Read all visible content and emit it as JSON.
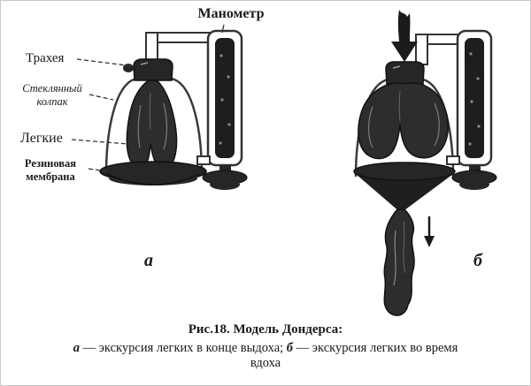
{
  "diagram": {
    "labels": {
      "manometer": "Манометр",
      "trachea": "Трахея",
      "glass_bell": "Стеклянный\nколпак",
      "lungs": "Легкие",
      "membrane": "Резиновая\nмембрана",
      "figure_a": "а",
      "figure_b": "б"
    },
    "icons": {
      "air_in_arrow": "down-arrow",
      "pull_arrow": "down-arrow"
    },
    "colors": {
      "ink": "#1e1e1e",
      "fill_dark": "#2b2b2b",
      "outline": "#3a3a3a"
    }
  },
  "caption": {
    "title": "Рис.18. Модель Дондерса:",
    "a_letter": "а",
    "a_text": " — экскурсия легких в конце выдоха; ",
    "b_letter": "б",
    "b_text": " — экскурсия легких во время",
    "line2": "вдоха"
  }
}
